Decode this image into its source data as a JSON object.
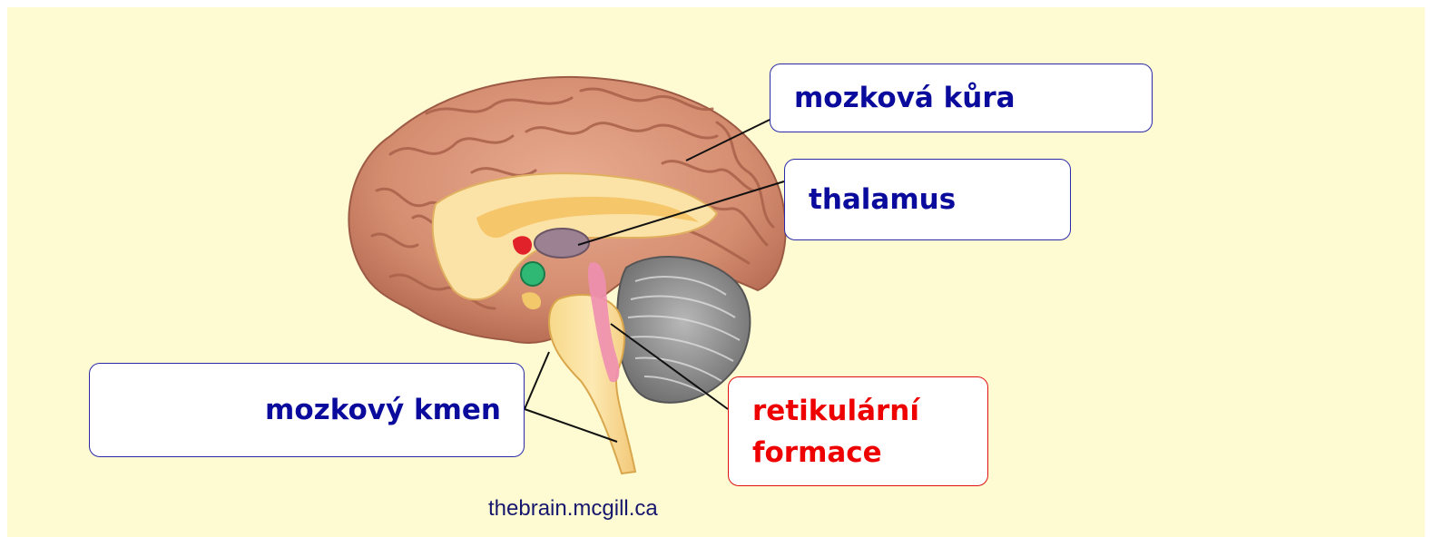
{
  "labels": {
    "cortex": "mozková kůra",
    "thalamus": "thalamus",
    "brainstem": "mozkový kmen",
    "reticular_line1": "retikulární",
    "reticular_line2": "formace"
  },
  "credit": "thebrain.mcgill.ca",
  "colors": {
    "background": "#fefbd2",
    "label_text": "#0a0a9c",
    "label_border": "#2a2aa8",
    "highlight_text": "#ee0000",
    "highlight_border": "#e01010",
    "cortex": "#d9967a",
    "cerebellum": "#8a8a8a"
  }
}
